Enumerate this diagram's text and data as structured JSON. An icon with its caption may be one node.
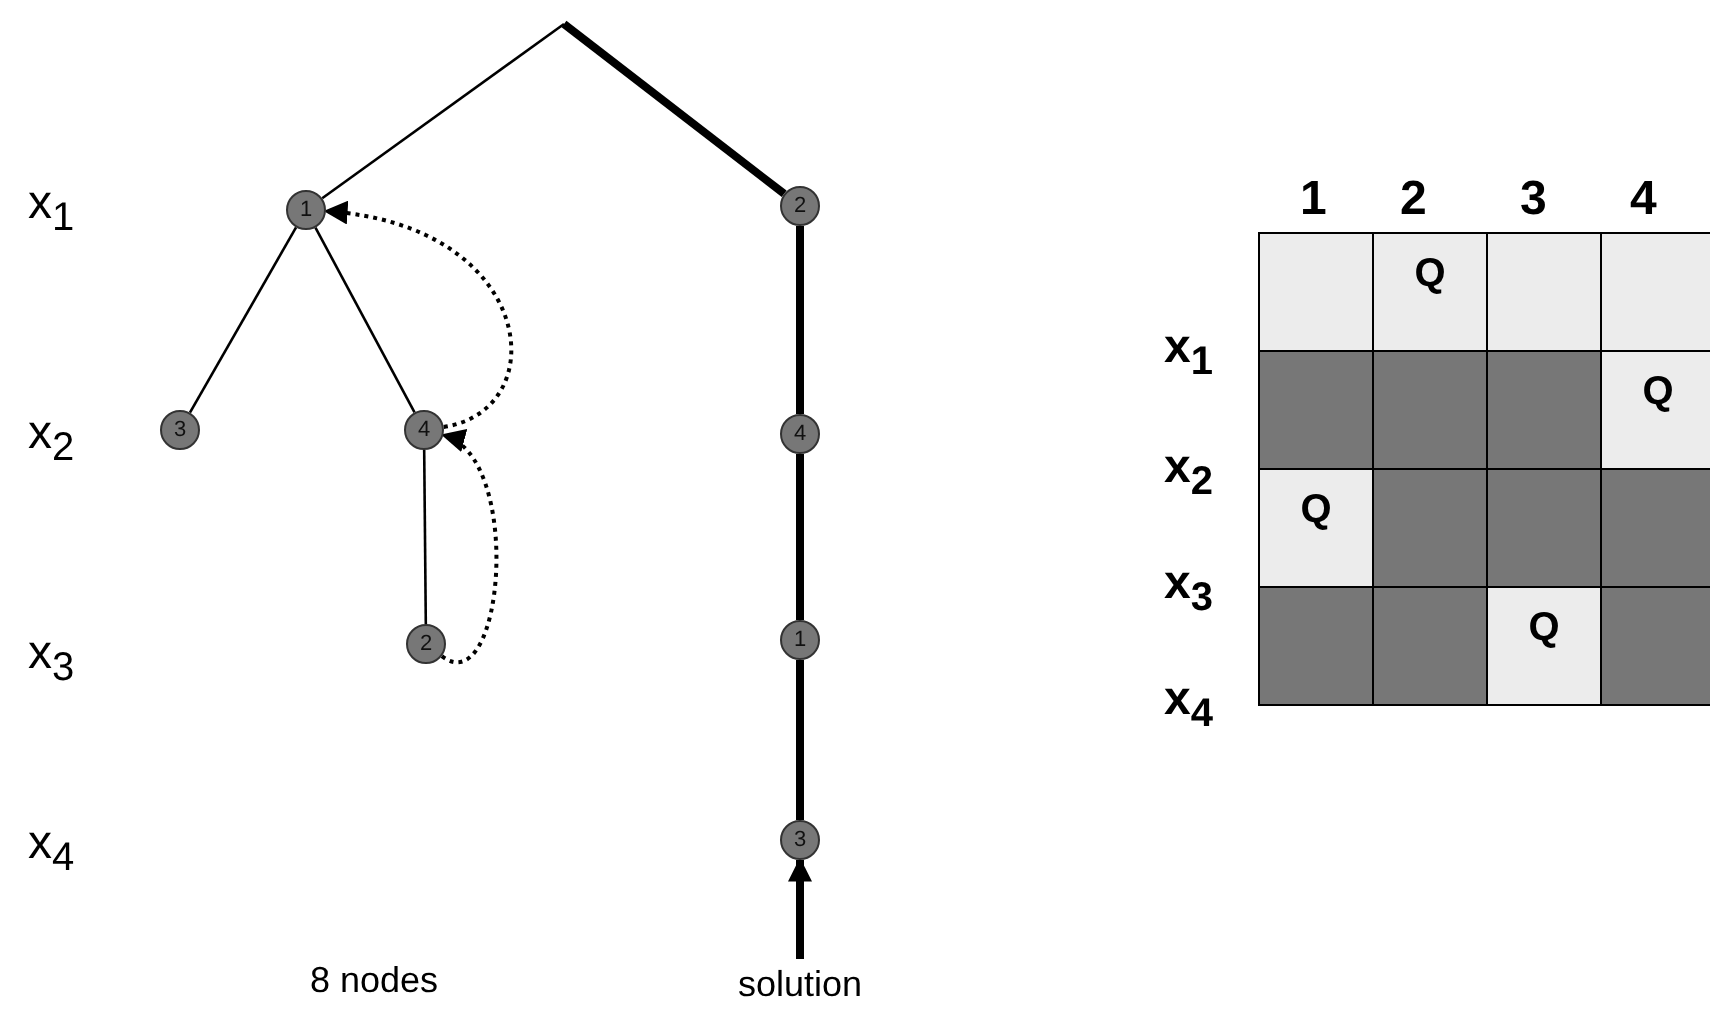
{
  "diagram": {
    "nodes": [
      {
        "text": [
          "1"
        ]
      },
      {
        "text": [
          "2"
        ]
      },
      {
        "text": [
          "3"
        ]
      },
      {
        "text": [
          "4"
        ]
      },
      {
        "text": [
          "4"
        ]
      },
      {
        "text": [
          "2"
        ]
      },
      {
        "text": [
          "1"
        ]
      },
      {
        "text": [
          "3"
        ]
      },
      {
        "text": [
          "solution"
        ]
      }
    ],
    "edges": [
      {
        "from": null,
        "to": 0,
        "arrow": "none"
      },
      {
        "from": null,
        "to": 1,
        "arrow": "none",
        "style": "thick"
      },
      {
        "from": 0,
        "to": 2,
        "arrow": "none"
      },
      {
        "from": 0,
        "to": 3,
        "arrow": "none"
      },
      {
        "from": 3,
        "to": 5,
        "arrow": "none"
      },
      {
        "from": 1,
        "to": 4,
        "arrow": "none",
        "style": "thick"
      },
      {
        "from": 4,
        "to": 6,
        "arrow": "none",
        "style": "thick"
      },
      {
        "from": 6,
        "to": 7,
        "arrow": "none",
        "style": "thick"
      },
      {
        "from": 5,
        "to": 3,
        "arrow": "to",
        "style": "dashed"
      },
      {
        "from": 3,
        "to": 0,
        "arrow": "to",
        "style": "dashed"
      },
      {
        "from": 8,
        "to": 7,
        "arrow": "to",
        "style": "thick"
      }
    ],
    "labels": [
      "x$_{1}$",
      "x$_{2}$",
      "x$_{3}$",
      "x$_{4}$",
      "8 nodes",
      "1",
      "2",
      "3",
      "4",
      "x$_{1}$",
      "Q",
      "x$_{2}$",
      "Q",
      "x$_{3}$",
      "Q",
      "x$_{4}$",
      "Q"
    ]
  }
}
